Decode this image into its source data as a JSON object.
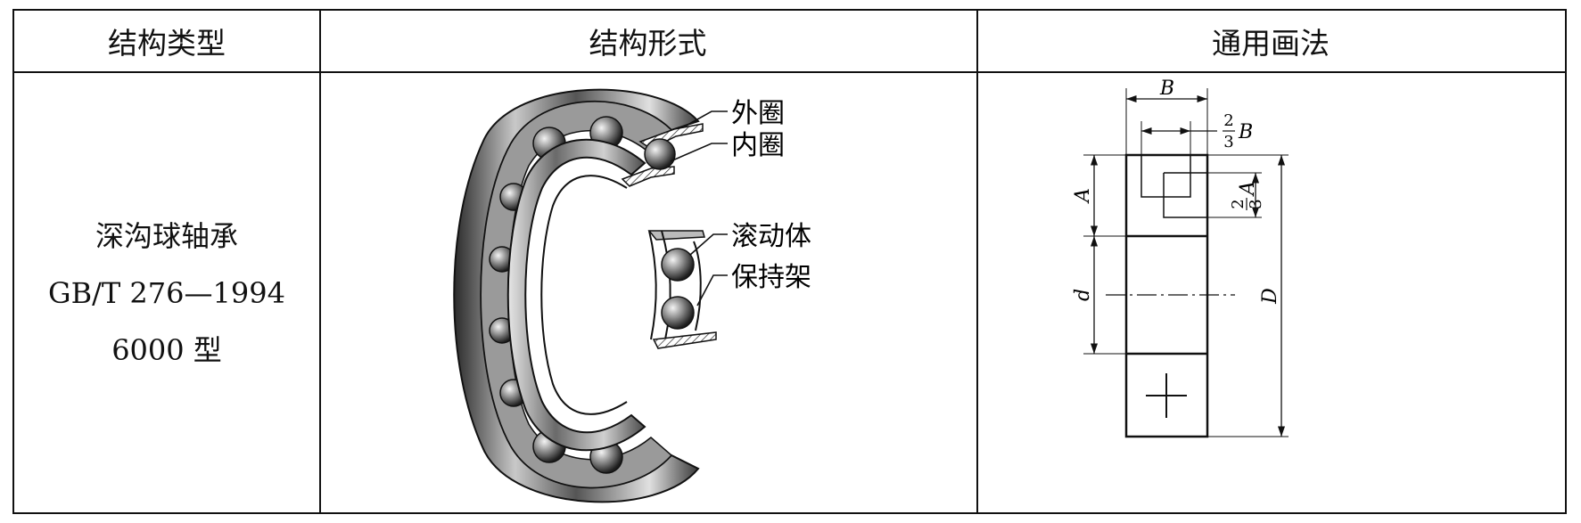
{
  "table": {
    "headers": {
      "type": "结构类型",
      "form": "结构形式",
      "drawing": "通用画法"
    },
    "type_cell": {
      "name": "深沟球轴承",
      "standard": "GB/T 276—1994",
      "model": "6000 型"
    },
    "form_cell": {
      "labels": {
        "outer_ring": "外圈",
        "inner_ring": "内圈",
        "rolling_body": "滚动体",
        "cage": "保持架"
      }
    },
    "drawing_cell": {
      "dims": {
        "B": "B",
        "two_thirds_num": "2",
        "two_thirds_den": "3",
        "A": "A",
        "d": "d",
        "D": "D"
      }
    }
  }
}
